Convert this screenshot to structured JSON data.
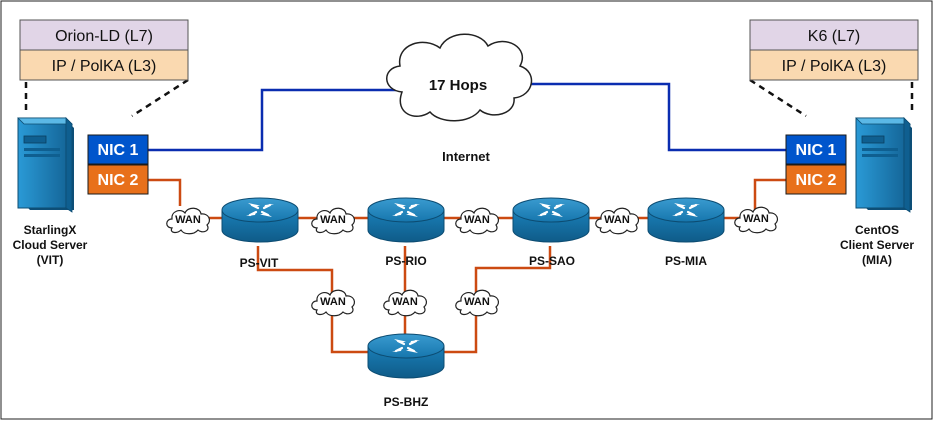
{
  "stacks": {
    "left": {
      "top": "Orion-LD (L7)",
      "bottom": "IP / PolKA (L3)"
    },
    "right": {
      "top": "K6 (L7)",
      "bottom": "IP / PolKA (L3)"
    }
  },
  "servers": {
    "left": {
      "line1": "StarlingX",
      "line2": "Cloud Server",
      "line3": "(VIT)"
    },
    "right": {
      "line1": "CentOS",
      "line2": "Client Server",
      "line3": "(MIA)"
    }
  },
  "nics": {
    "nic1": "NIC 1",
    "nic2": "NIC 2"
  },
  "internet": {
    "cloud_label": "17 Hops",
    "label": "Internet"
  },
  "wan_label": "WAN",
  "routers": {
    "vit": "PS-VIT",
    "rio": "PS-RIO",
    "sao": "PS-SAO",
    "mia": "PS-MIA",
    "bhz": "PS-BHZ"
  },
  "colors": {
    "stack_top": "#e1d5e7",
    "stack_bottom": "#fad9b0",
    "nic1": "#0055cc",
    "nic2": "#e8701a",
    "internet_link": "#0a2db0",
    "wan_link": "#cc4a12",
    "router": "#1676ad",
    "server": "#1e86c2"
  },
  "icons": {
    "server": "server-tower-icon",
    "router": "router-icon",
    "cloud": "cloud-icon"
  }
}
